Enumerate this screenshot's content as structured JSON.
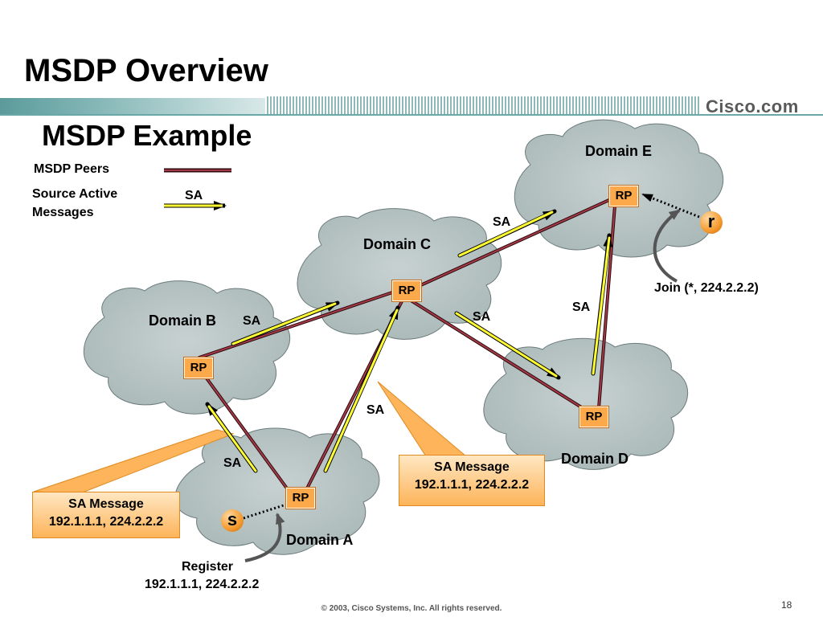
{
  "slide": {
    "title": "MSDP Overview",
    "subtitle": "MSDP Example",
    "logo": "Cisco.com",
    "footer": "© 2003, Cisco Systems, Inc. All rights reserved.",
    "page_number": "18"
  },
  "legend": {
    "peers_label": "MSDP Peers",
    "sa_label_line1": "Source Active",
    "sa_label_line2": "Messages",
    "sa_arrow_text": "SA"
  },
  "domains": {
    "a": "Domain A",
    "b": "Domain B",
    "c": "Domain C",
    "d": "Domain D",
    "e": "Domain E"
  },
  "nodes": {
    "rp_label": "RP",
    "source": "s",
    "receiver": "r"
  },
  "arrows": {
    "sa": "SA"
  },
  "annotations": {
    "join": "Join (*, 224.2.2.2)",
    "register_line1": "Register",
    "register_line2": "192.1.1.1, 224.2.2.2",
    "callout_left_line1": "SA Message",
    "callout_left_line2": "192.1.1.1, 224.2.2.2",
    "callout_mid_line1": "SA Message",
    "callout_mid_line2": "192.1.1.1, 224.2.2.2"
  },
  "colors": {
    "peer_line": "#8b2a35",
    "sa_arrow": "#ffff33",
    "cloud": "#b9c5c5",
    "rp": "#fba94a",
    "banner": "#6aa8a8"
  }
}
